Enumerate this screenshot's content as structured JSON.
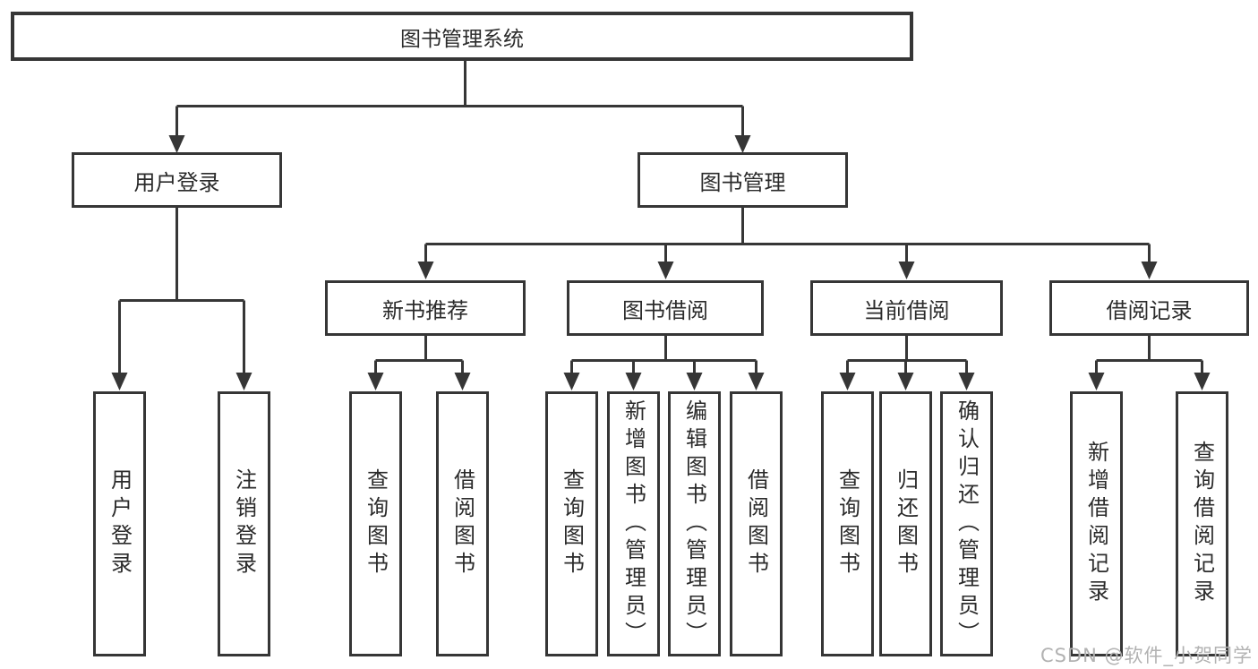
{
  "tree": {
    "root": {
      "label": "图书管理系统",
      "children": [
        {
          "label": "用户登录",
          "children": [
            {
              "label": "用户登录"
            },
            {
              "label": "注销登录"
            }
          ]
        },
        {
          "label": "图书管理",
          "children": [
            {
              "label": "新书推荐",
              "children": [
                {
                  "label": "查询图书"
                },
                {
                  "label": "借阅图书"
                }
              ]
            },
            {
              "label": "图书借阅",
              "children": [
                {
                  "label": "查询图书"
                },
                {
                  "label": "新增图书（管理员）"
                },
                {
                  "label": "编辑图书（管理员）"
                },
                {
                  "label": "借阅图书"
                }
              ]
            },
            {
              "label": "当前借阅",
              "children": [
                {
                  "label": "查询图书"
                },
                {
                  "label": "归还图书"
                },
                {
                  "label": "确认归还（管理员）"
                }
              ]
            },
            {
              "label": "借阅记录",
              "children": [
                {
                  "label": "新增借阅记录"
                },
                {
                  "label": "查询借阅记录"
                }
              ]
            }
          ]
        }
      ]
    }
  },
  "watermark": "CSDN @软件_小贺同学",
  "colors": {
    "line": "#363636",
    "box_border": "#363636",
    "text": "#2b2b2b",
    "watermark": "#b2b2b2",
    "background": "#ffffff"
  }
}
